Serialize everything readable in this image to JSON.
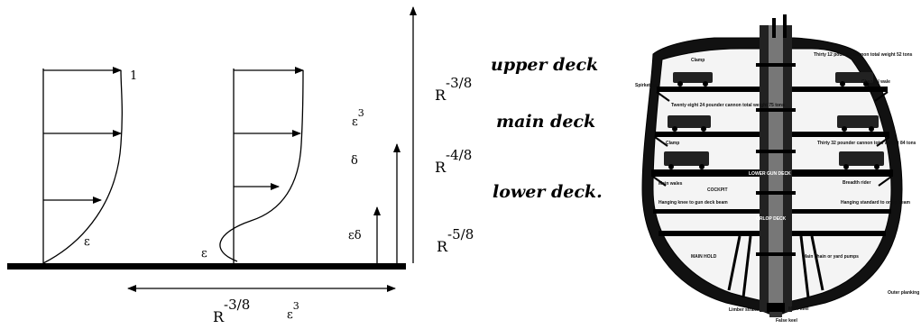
{
  "diagram": {
    "profile_labels": {
      "top_value": "1",
      "profile1_bottom": "ε",
      "profile2_bottom": "ε"
    },
    "layer_labels": {
      "eps_cubed_base": "ε",
      "eps_cubed_exp": "3",
      "delta": "δ",
      "eps_delta": "εδ"
    },
    "scalings": {
      "r1_base": "R",
      "r1_exp": "-3/8",
      "r2_base": "R",
      "r2_exp": "-4/8",
      "r3_base": "R",
      "r3_exp": "-5/8"
    },
    "bottom_scale": {
      "r_base": "R",
      "r_exp": "-3/8",
      "eps_base": "ε",
      "eps_exp": "3"
    },
    "decks": {
      "upper": "upper deck",
      "main": "main deck",
      "lower": "lower deck."
    }
  },
  "ship": {
    "labels": {
      "clamp_top": "Clamp",
      "cannon_top": "Thirty 12 pounder cannon total weight 52 tons",
      "spirketing": "Spirketing",
      "channel_wale": "Channel wale",
      "cannon_mid": "Twenty eight 24 pounder cannon total weight 75 tons",
      "clamp_mid": "Clamp",
      "cannon_low": "Thirty 32 pounder cannon total weight 84 tons",
      "lower_gun_deck": "LOWER GUN DECK",
      "main_wales": "Main wales",
      "cockpit": "COCKPIT",
      "breadth_rider": "Breadth rider",
      "hanging_knee": "Hanging knee to gun deck beam",
      "hanging_std": "Hanging standard to orlop beam",
      "orlop_deck": "ORLOP DECK",
      "main_hold": "MAIN HOLD",
      "chain_pumps": "Main chain or yard pumps",
      "outer_planking": "Outer planking",
      "limber_strake": "Limber strake",
      "main_keel": "Main keel",
      "false_keel": "False keel"
    }
  }
}
